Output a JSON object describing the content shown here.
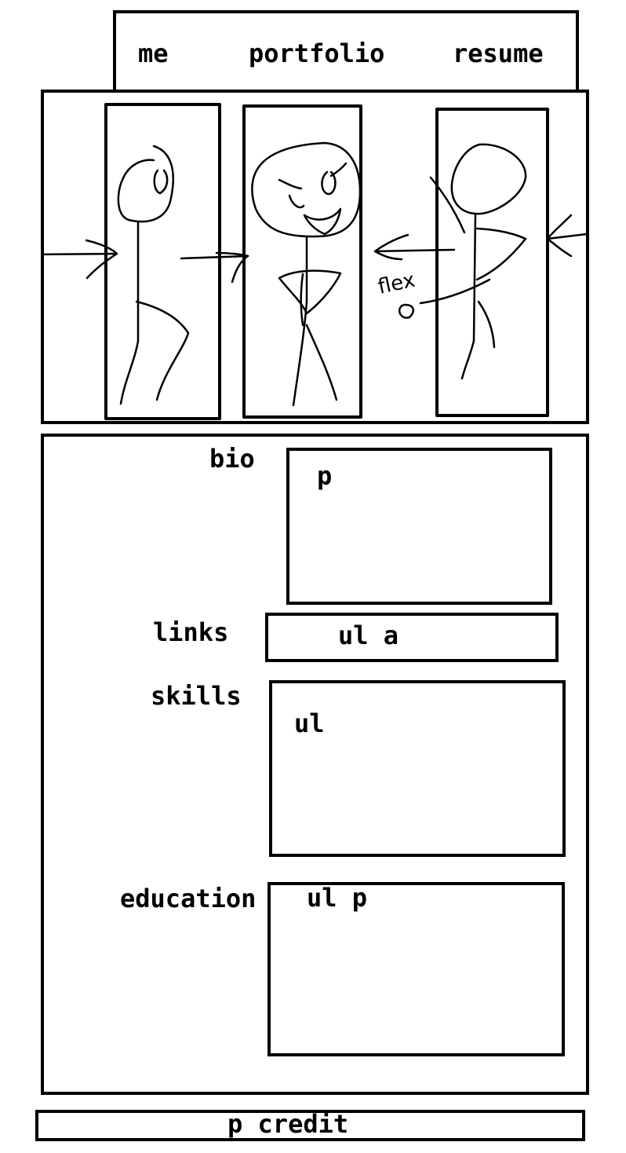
{
  "nav": {
    "items": [
      "me",
      "portfolio",
      "resume"
    ]
  },
  "hero": {
    "panels": [
      "stick-figure-left",
      "stick-figure-grinning",
      "stick-figure-flexing"
    ],
    "annotation": "flex"
  },
  "sections": {
    "bio": {
      "label": "bio",
      "content": "p"
    },
    "links": {
      "label": "links",
      "content": "ul a"
    },
    "skills": {
      "label": "skills",
      "content": "ul"
    },
    "education": {
      "label": "education",
      "content": "ul p"
    }
  },
  "footer": {
    "text": "p credit"
  }
}
